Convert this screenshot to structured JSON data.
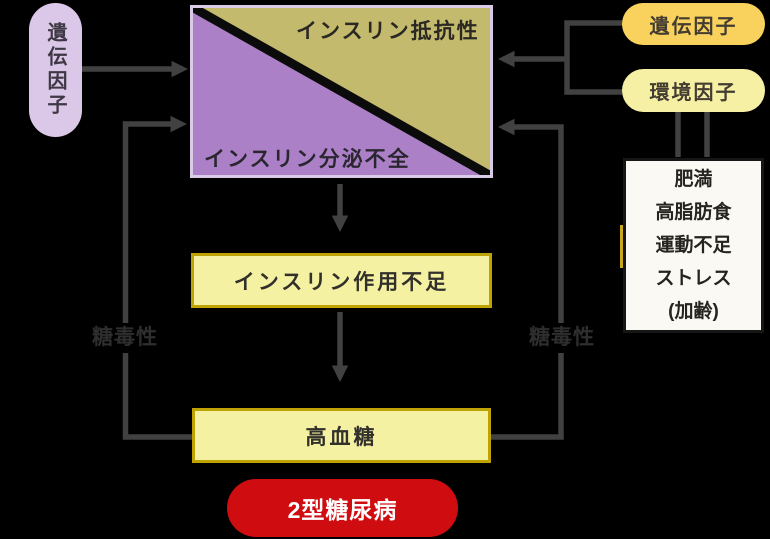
{
  "colors": {
    "background": "#000000",
    "connector": "#414141",
    "lavender_pill": "#DBC7E7",
    "khaki_triangle": "#C3BA6E",
    "purple_triangle": "#AB80C7",
    "triangle_outline": "#D9CBE7",
    "diagonal_divider": "#0B0B0B",
    "gold_pill": "#F8D25C",
    "pale_yellow_pill": "#F6F0A5",
    "process_box_fill": "#F5F1A2",
    "process_box_border": "#BEA303",
    "white_box_fill": "#FBF9F3",
    "diabetes_red": "#CF0D11"
  },
  "left_column": {
    "genetic_factor": "遺伝因子"
  },
  "triangle": {
    "resistance_label": "インスリン抵抗性",
    "secretion_label": "インスリン分泌不全"
  },
  "right_column": {
    "genetic_factor": "遺伝因子",
    "environment_factor": "環境因子",
    "details": [
      "肥満",
      "高脂肪食",
      "運動不足",
      "ストレス",
      "(加齢)"
    ]
  },
  "flow": {
    "action_deficit": "インスリン作用不足",
    "hyperglycemia": "高血糖",
    "diabetes": "2型糖尿病"
  },
  "feedback": {
    "left_label": "糖毒性",
    "right_label": "糖毒性"
  }
}
